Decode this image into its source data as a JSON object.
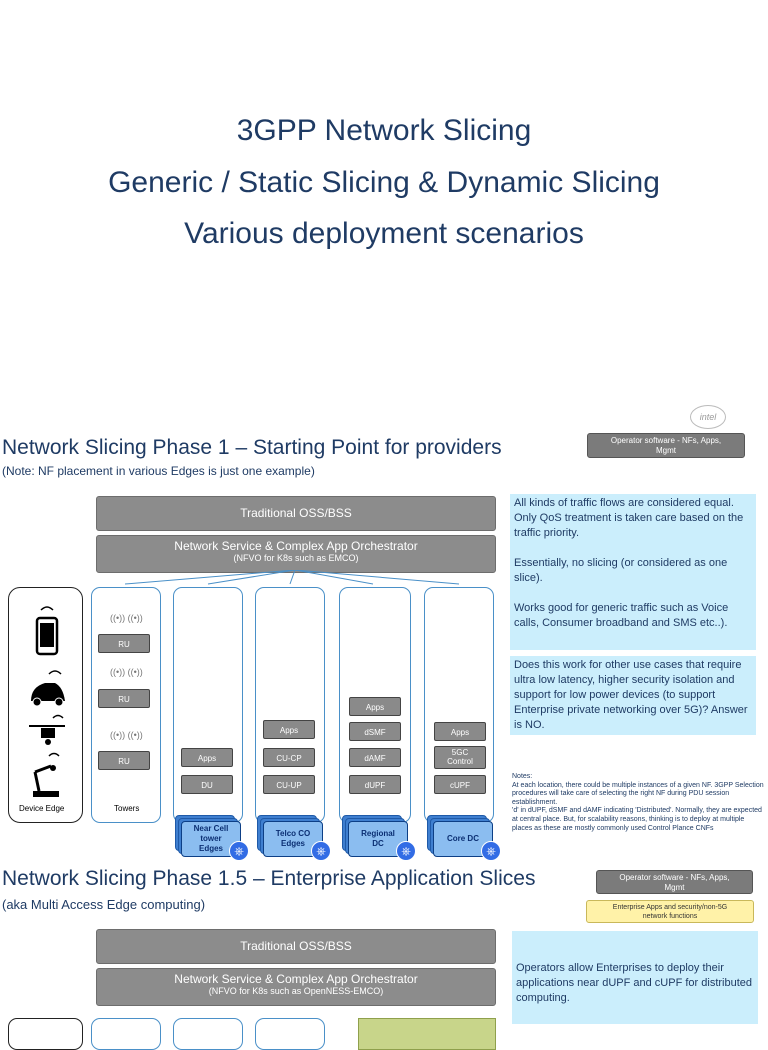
{
  "title": {
    "line1": "3GPP Network Slicing",
    "line2": "Generic / Static Slicing & Dynamic Slicing",
    "line3": "Various deployment scenarios"
  },
  "phase1": {
    "heading": "Network Slicing Phase 1 – Starting Point for providers",
    "note": "(Note:  NF placement in various Edges is just one example)",
    "legend": "Operator software -  NFs, Apps,\nMgmt",
    "oss_label": "Traditional OSS/BSS",
    "orchestrator_label": "Network Service & Complex App Orchestrator",
    "orchestrator_sub": "(NFVO for K8s such as EMCO)",
    "device_edge_label": "Device Edge",
    "towers_label": "Towers",
    "tower_icon_text": "((•)) ((•))",
    "ru_label": "RU",
    "columns": {
      "near_cell": {
        "apps": "Apps",
        "du": "DU",
        "dc_label": "Near Cell\ntower\nEdges"
      },
      "telco_co": {
        "apps": "Apps",
        "cucp": "CU-CP",
        "cuup": "CU-UP",
        "dc_label": "Telco CO\nEdges"
      },
      "regional": {
        "apps": "Apps",
        "dsmf": "dSMF",
        "damf": "dAMF",
        "dupf": "dUPF",
        "dc_label": "Regional\nDC"
      },
      "core": {
        "apps": "Apps",
        "control": "5GC\nControl",
        "cupf": "cUPF",
        "dc_label": "Core DC"
      }
    },
    "box1": "All kinds of traffic flows are considered equal.  Only QoS treatment is taken care based on the traffic priority.\n\nEssentially, no slicing (or considered as one slice).\n\nWorks good for generic traffic such as Voice calls,  Consumer broadband and SMS etc..).",
    "box2": "Does this work for other use cases that require ultra low latency, higher security isolation and support for low power devices (to support Enterprise private networking over 5G)?  Answer is NO.",
    "notes": "Notes:\nAt each location, there could be multiple instances of a given NF.  3GPP Selection procedures will take care of selecting the right NF during PDU session establishment.\n'd' in dUPF, dSMF and dAMF indicating 'Distributed'.  Normally, they are expected at central place. But, for scalability reasons, thinking is to deploy at multiple places as these are mostly commonly used Control Plance CNFs"
  },
  "phase15": {
    "heading": "Network Slicing Phase 1.5 – Enterprise Application Slices",
    "note": "(aka Multi Access Edge computing)",
    "legend": "Operator  software -  NFs, Apps,\nMgmt",
    "legend_enterprise": "Enterprise Apps and security/non-5G\nnetwork functions",
    "oss_label": "Traditional OSS/BSS",
    "orchestrator_label": "Network Service & Complex App Orchestrator",
    "orchestrator_sub": "(NFVO for K8s such as OpenNESS-EMCO)",
    "box": "Operators allow Enterprises to deploy their applications near dUPF and cUPF for distributed computing."
  },
  "logo_text": "intel",
  "colors": {
    "title": "#1f3b64",
    "gray": "#8c8c8c",
    "blue_box": "#cbeefc",
    "column_border": "#4a90c8",
    "yellow": "#fff2a8"
  }
}
